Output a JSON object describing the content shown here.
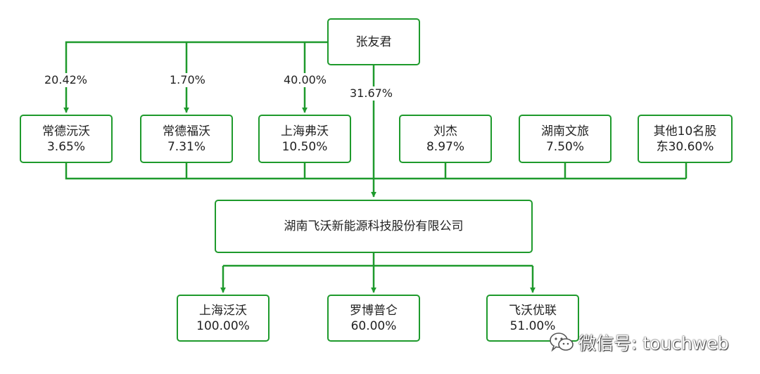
{
  "top": {
    "name": "张友君"
  },
  "shareholders": [
    {
      "name": "常德沅沃",
      "stake": "3.65%",
      "edge": "20.42%"
    },
    {
      "name": "常德福沃",
      "stake": "7.31%",
      "edge": "1.70%"
    },
    {
      "name": "上海弗沃",
      "stake": "10.50%",
      "edge": "40.00%"
    },
    {
      "name": "刘杰",
      "stake": "8.97%"
    },
    {
      "name": "湖南文旅",
      "stake": "7.50%"
    },
    {
      "name": "其他10名股",
      "stake": "东30.60%"
    }
  ],
  "direct_edge": "31.67%",
  "company": {
    "name": "湖南飞沃新能源科技股份有限公司"
  },
  "subsidiaries": [
    {
      "name": "上海泛沃",
      "stake": "100.00%"
    },
    {
      "name": "罗博普仑",
      "stake": "60.00%"
    },
    {
      "name": "飞沃优联",
      "stake": "51.00%"
    }
  ],
  "watermark": {
    "text": "微信号: touchweb",
    "icon": "wechat-icon"
  },
  "colors": {
    "line": "#1e9a2c",
    "border": "#1e9a2c"
  }
}
